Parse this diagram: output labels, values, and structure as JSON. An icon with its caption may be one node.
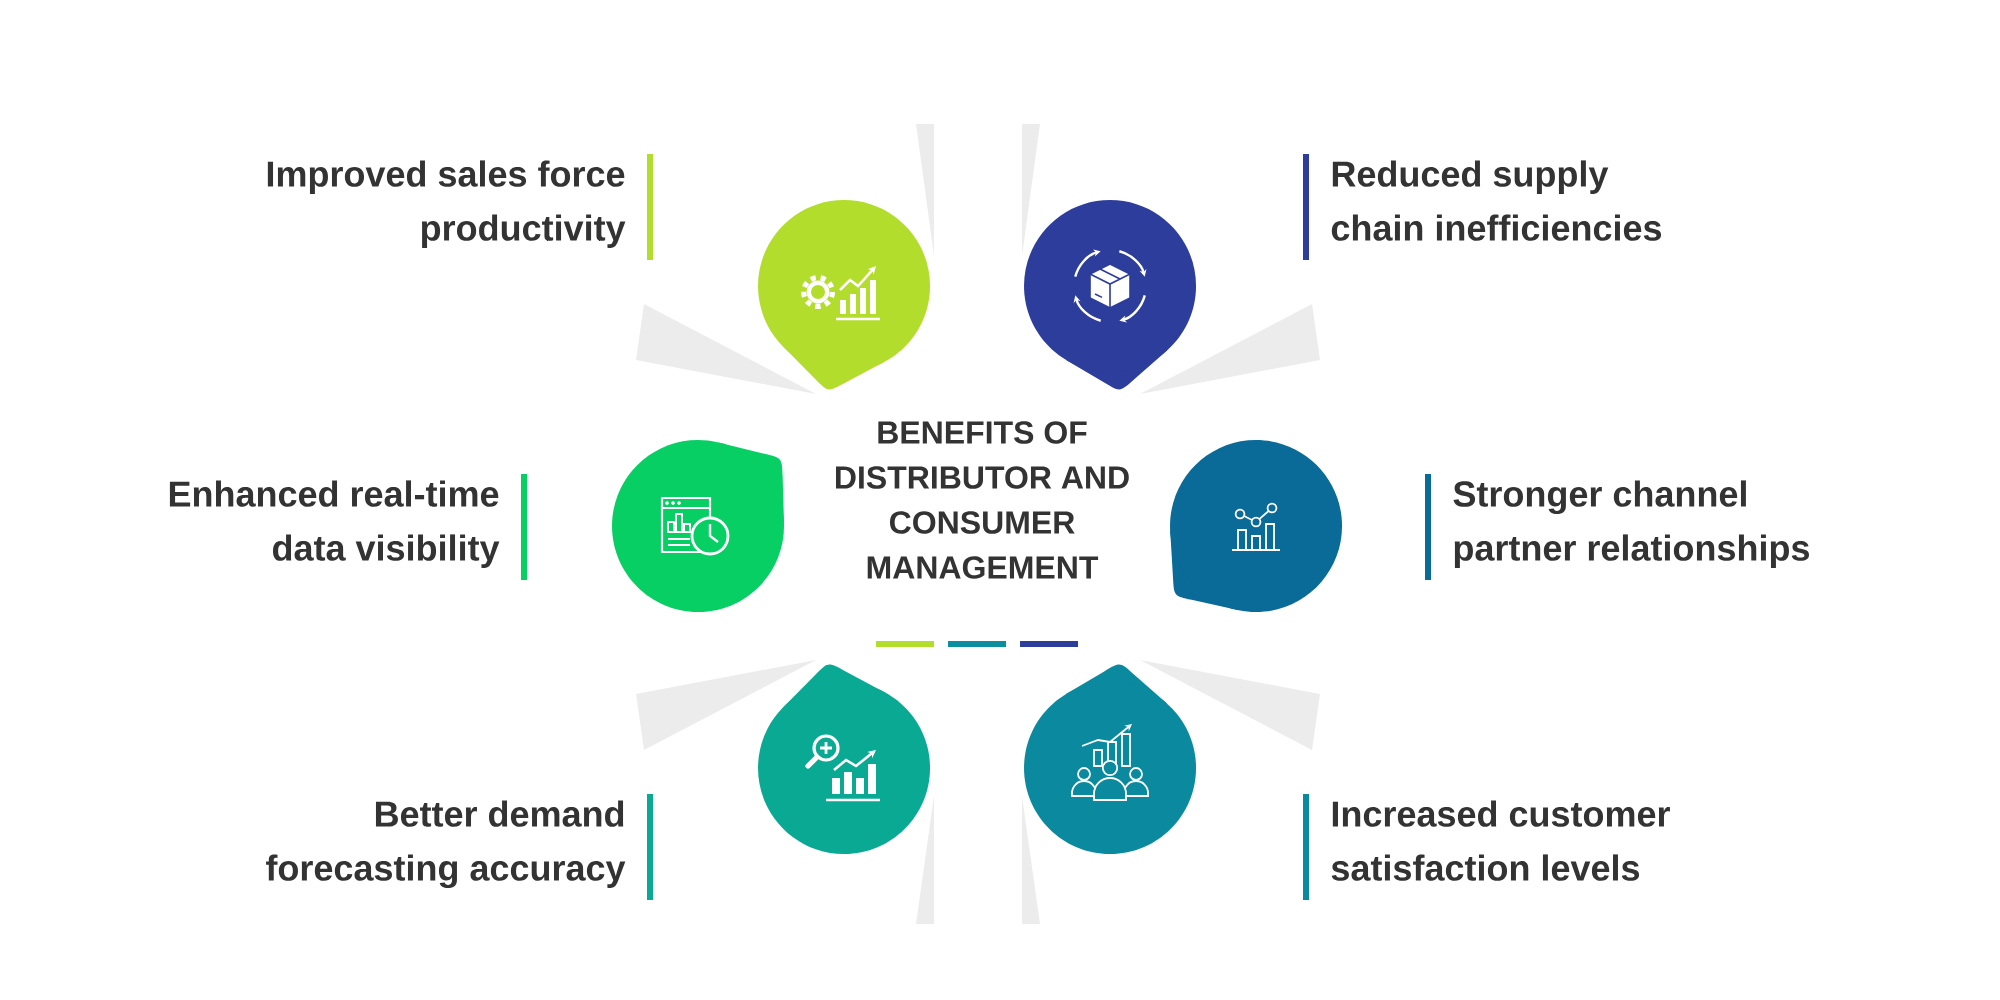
{
  "diagram": {
    "title": "BENEFITS OF DISTRIBUTOR AND CONSUMER MANAGEMENT",
    "nodes": [
      {
        "text": [],
        "shape": "picture",
        "beside": [
          "Improved sales force productivity"
        ]
      },
      {
        "text": [],
        "shape": "picture",
        "beside": [
          "Reduced supply chain inefficiencies"
        ]
      },
      {
        "text": [],
        "shape": "picture",
        "beside": [
          "Enhanced real-time data visibility"
        ]
      },
      {
        "text": [],
        "shape": "picture",
        "beside": [
          "Stronger channel partner relationships"
        ]
      },
      {
        "text": [],
        "shape": "picture",
        "beside": [
          "Better demand forecasting accuracy"
        ]
      },
      {
        "text": [],
        "shape": "picture",
        "beside": [
          "Increased customer satisfaction levels"
        ]
      }
    ]
  }
}
